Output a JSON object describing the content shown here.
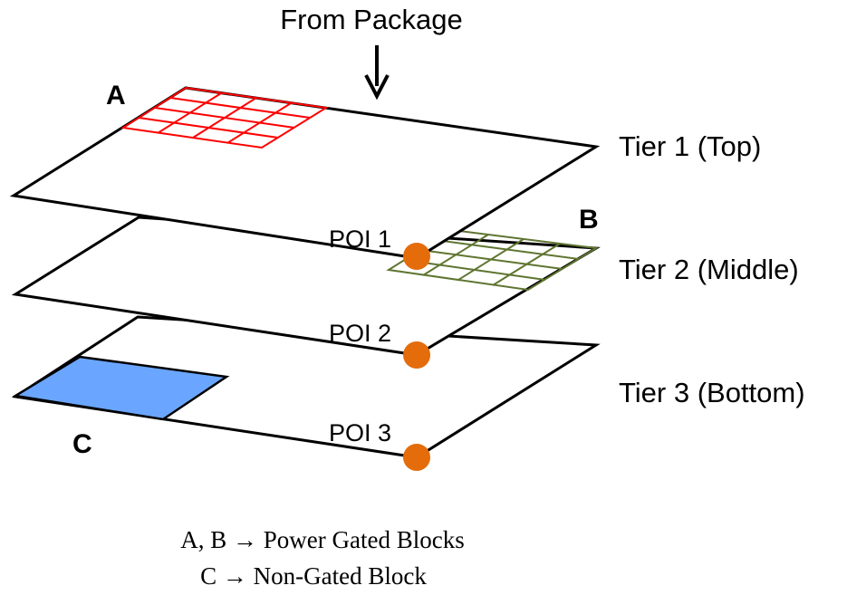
{
  "diagram": {
    "source_label": "From Package",
    "tiers": [
      {
        "label": "Tier 1 (Top)"
      },
      {
        "label": "Tier 2 (Middle)"
      },
      {
        "label": "Tier 3 (Bottom)"
      }
    ],
    "pois": [
      {
        "label": "POI 1",
        "color": "#e46c0a"
      },
      {
        "label": "POI 2",
        "color": "#e46c0a"
      },
      {
        "label": "POI 3",
        "color": "#e46c0a"
      }
    ],
    "blocks": {
      "a": {
        "label": "A",
        "color": "#ff0000"
      },
      "b": {
        "label": "B",
        "color": "#5f7530"
      },
      "c": {
        "label": "C",
        "color": "#6aa6ff"
      }
    },
    "legend": [
      "A, B → Power Gated Blocks",
      "C → Non-Gated Block"
    ]
  }
}
